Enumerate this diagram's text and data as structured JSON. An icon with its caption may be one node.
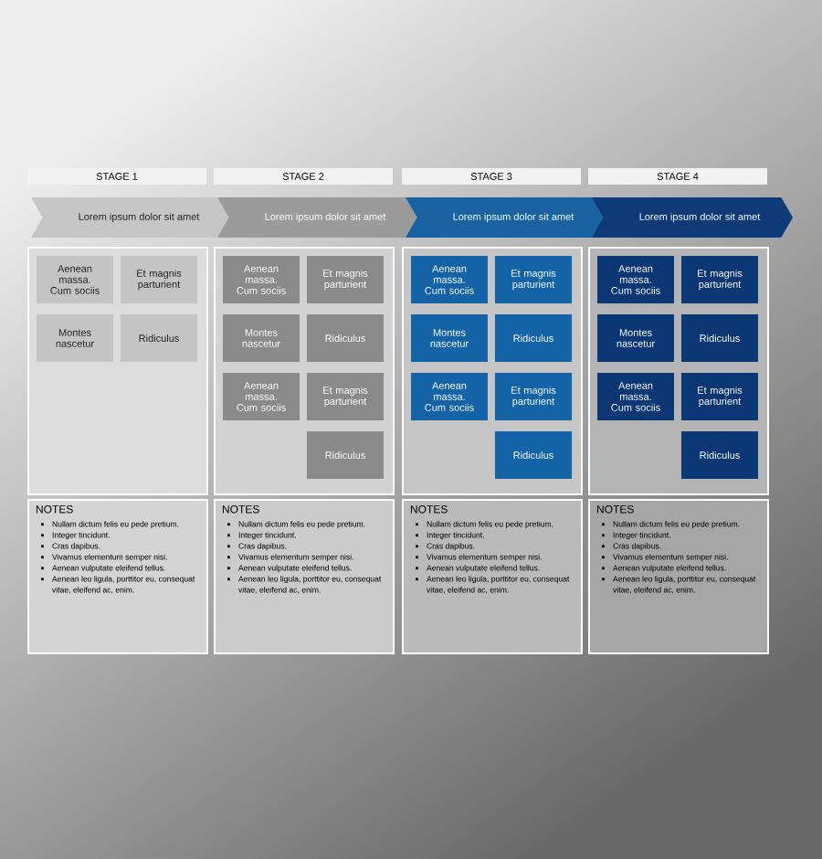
{
  "diagram": {
    "nodes": [
      {
        "text": [
          "STAGE 1"
        ]
      },
      {
        "text": [
          "Lorem ipsum dolor sit amet"
        ]
      },
      {
        "text": [],
        "shape": "box"
      },
      {
        "text": [
          "Aenean massa. Cum sociis"
        ],
        "in": 2
      },
      {
        "text": [
          "Et magnis parturient"
        ],
        "in": 2
      },
      {
        "text": [
          "Montes nascetur"
        ],
        "in": 2
      },
      {
        "text": [
          "Ridiculus"
        ],
        "in": 2
      },
      {
        "text": [
          "NOTES",
          "Nullam dictum felis eu pede pretium.",
          "Integer tincidunt.",
          "Cras dapibus.",
          "Vivamus elementum semper nisi.",
          "Aenean vulputate eleifend tellus.",
          "Aenean leo ligula, porttitor eu, consequat vitae, eleifend ac, enim."
        ]
      },
      {
        "text": [
          "STAGE 2"
        ]
      },
      {
        "text": [
          "Lorem ipsum dolor sit amet"
        ]
      },
      {
        "text": [],
        "shape": "box"
      },
      {
        "text": [
          "Aenean massa. Cum sociis"
        ],
        "in": 10
      },
      {
        "text": [
          "Et magnis parturient"
        ],
        "in": 10
      },
      {
        "text": [
          "Montes nascetur"
        ],
        "in": 10
      },
      {
        "text": [
          "Ridiculus"
        ],
        "in": 10
      },
      {
        "text": [
          "Aenean massa. Cum sociis"
        ],
        "in": 10
      },
      {
        "text": [
          "Et magnis parturient"
        ],
        "in": 10
      },
      {
        "text": [
          "Ridiculus"
        ],
        "in": 10
      },
      {
        "text": [
          "NOTES",
          "Nullam dictum felis eu pede pretium.",
          "Integer tincidunt.",
          "Cras dapibus.",
          "Vivamus elementum semper nisi.",
          "Aenean vulputate eleifend tellus.",
          "Aenean leo ligula, porttitor eu, consequat vitae, eleifend ac, enim."
        ]
      },
      {
        "text": [
          "STAGE 3"
        ]
      },
      {
        "text": [
          "Lorem ipsum dolor sit amet"
        ]
      },
      {
        "text": [],
        "shape": "box"
      },
      {
        "text": [
          "Aenean massa. Cum sociis"
        ],
        "in": 21
      },
      {
        "text": [
          "Et magnis parturient"
        ],
        "in": 21
      },
      {
        "text": [
          "Montes nascetur"
        ],
        "in": 21
      },
      {
        "text": [
          "Ridiculus"
        ],
        "in": 21
      },
      {
        "text": [
          "Aenean massa. Cum sociis"
        ],
        "in": 21
      },
      {
        "text": [
          "Et magnis parturient"
        ],
        "in": 21
      },
      {
        "text": [
          "Ridiculus"
        ],
        "in": 21
      },
      {
        "text": [
          "NOTES",
          "Nullam dictum felis eu pede pretium.",
          "Integer tincidunt.",
          "Cras dapibus.",
          "Vivamus elementum semper nisi.",
          "Aenean vulputate eleifend tellus.",
          "Aenean leo ligula, porttitor eu, consequat vitae, eleifend ac, enim."
        ]
      },
      {
        "text": [
          "STAGE 4"
        ]
      },
      {
        "text": [
          "Lorem ipsum dolor sit amet"
        ]
      },
      {
        "text": [],
        "shape": "box"
      },
      {
        "text": [
          "Aenean massa. Cum sociis"
        ],
        "in": 32
      },
      {
        "text": [
          "Et magnis parturient"
        ],
        "in": 32
      },
      {
        "text": [
          "Montes nascetur"
        ],
        "in": 32
      },
      {
        "text": [
          "Ridiculus"
        ],
        "in": 32
      },
      {
        "text": [
          "Aenean massa. Cum sociis"
        ],
        "in": 32
      },
      {
        "text": [
          "Et magnis parturient"
        ],
        "in": 32
      },
      {
        "text": [
          "Ridiculus"
        ],
        "in": 32
      },
      {
        "text": [
          "NOTES",
          "Nullam dictum felis eu pede pretium.",
          "Integer tincidunt.",
          "Cras dapibus.",
          "Vivamus elementum semper nisi.",
          "Aenean vulputate eleifend tellus.",
          "Aenean leo ligula, porttitor eu, consequat vitae, eleifend ac, enim."
        ]
      }
    ]
  }
}
